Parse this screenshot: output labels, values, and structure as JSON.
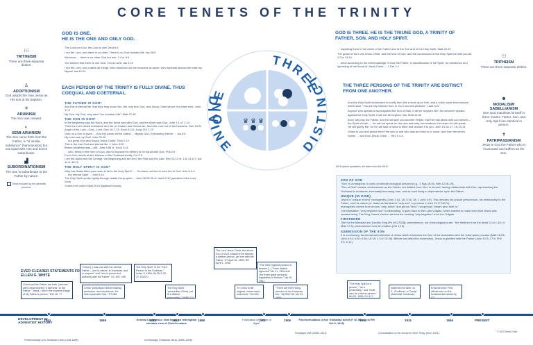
{
  "title": "CORE TENETS OF THE TRINITY",
  "left_heading": "GOD IS ONE.\nHE IS THE ONE AND ONLY GOD.",
  "one_verses": [
    "The Lord our God, the Lord is one! Deut 6:4",
    "I am the Lord, and there is no other; There is no God besides Me. Isa 45:5",
    "We know … there is no other God but one. 1 Cor 8:4",
    "You believe that there is one God. You do well. Jas 2:19",
    "I am the Lord, who makes all things, Who stretches out the heavens all alone, Who spreads abroad the earth by Myself. Isa 44:24"
  ],
  "each_heading": "EACH PERSON OF THE TRINITY IS FULLY DIVINE, THUS COEQUAL AND COETERNAL.",
  "father_head": "THE FATHER IS GOD*",
  "father_verses": [
    "And this is eternal life, that they may know You, the only true God, and Jesus Christ whom You have sent. John 17:3",
    "My God, My God, why have You forsaken Me? Matt 27:46"
  ],
  "son_head": "THE SON IS GOD*",
  "son_verses": [
    "In the beginning was the Word, and the Word was with God, and the Word was God. John 1:1 cf. 1:14",
    "Then the Lord rained brimstone and fire on Sodom and Gomorrah, from the Lord out of the heavens. Gen 19:24",
    "Angel of the Lord—God—Lord. Gen 16:7-13; Exod 3:2-6; Judg 13:17-23",
    "Unto us a Son is given … And His name will be called … Mighty God, Everlasting Father … Isa 9:6",
    "My Lord and my God! John 20:28",
    "… our great God and Savior Jesus Christ. Titus 2:13",
    "This is the true God and eternal life. 1 John 5:20",
    "Before Abraham was, I AM. John 8:58 cf. Exod 3:14",
    "… who, being in the form of God, did not consider it robbery to be equal with God. Phil 2:6",
    "For in Him dwells all the fullness of the Godhead bodily. Col 2:9",
    "I am the Alpha and the Omega, the Beginning and the End, the First and the Last. Rev 22:13 cf. 1:8; 21:6-7; Isa 44:6; 48:12"
  ],
  "spirit_head": "THE HOLY SPIRIT IS GOD*",
  "spirit_verses": [
    "Why has Satan filled your heart to lie to the Holy Spirit? … You have not lied to men but to God. Acts 5:3-4",
    "… the eternal Spirit … Heb 9:14",
    "The Holy Spirit spoke rightly through Isaiah the prophet … Acts 28:25-26 cf. Isa 6:8-10 (speaker is the Lord God)"
  ],
  "footnote": "*Listed in the order of Matt 28:19 (baptismal formula)",
  "right_heading": "GOD IS THREE. HE IS THE TRIUNE GOD, A TRINITY OF FATHER, SON, AND HOLY SPIRIT.",
  "three_verses": [
    "… baptizing them in the name of the Father and of the Son and of the Holy Spirit. Matt 28:19",
    "The grace of the Lord Jesus Christ, and the love of God, and the communion of the Holy Spirit be with you all. 2 Cor 13:14",
    "… elect according to the foreknowledge of God the Father, in sanctification of the Spirit, for obedience and sprinkling of the blood of Jesus Christ … 1 Pet 1:2"
  ],
  "distinct_heading": "THE THREE PERSONS OF THE TRINITY ARE DISTINCT FROM ONE ANOTHER.",
  "distinct_verses": [
    "And the Holy Spirit descended in bodily form like a dove upon Him, and a voice came from heaven which said, \"You are My beloved Son; in You I am well pleased.\" Luke 3:22",
    "Anyone who speaks a word against the Son of Man, it will be forgiven him; but whoever speaks against the Holy Spirit, it will not be forgiven him. Matt 12:32",
    "And I will pray the Father, and He will give you another Helper, that He may abide with you forever—the Spirit of truth … He will not speak on His own authority, but whatever He hears He will speak … He will glorify Me, for He will take of what is Mine and declare it to you. John 14:16-17; 16:13-14",
    "Grace to you and peace from Him who is and who was and who is to come, and from the seven Spirits … and from Jesus Christ … Rev 1:4-5"
  ],
  "scripture_note": "All Scripture quotations are taken from the NKJV.",
  "circle_words": {
    "one": "ONE",
    "three": "THREE",
    "divine": "DIVINE",
    "distinct": "DISTINCT"
  },
  "son_of_god_head": "SON OF GOD",
  "son_of_god_text": [
    "\"Son\" is a metaphor, it does not denote biological descent (e.g., 1 Kgs 20:35; Neh 12:28-29).",
    "\"Son of God\" means: sonhood/son-as the Father, but distinct from Him; in eternal, having relationship with Him; representing the Godhead to creatures; eventually becoming man, and as such living in dependence upon the Father."
  ],
  "unique_head": "UNIQUE (IN KIND)",
  "unique_text": [
    "Jesus is \"unique in kind\" monogenēs (John 1:14, 18; 3:16, 18; 1 John 4:9). This denotes his unique personhood, his relationship to the Father, and his nature (cf. Isaac as Abraham's \"only son\" or promise in Heb 11:17 NKJV).",
    "monogenēs comes from monos \"only, alone\" and genos \"kind,\" not gennaō \"beget, give birth to.\"",
    "The translation \"only begotten son\" is misleading. It goes back to the Latin Vulgate, which wanted to make clear that Jesus was created being. The King James Version derived the reading \"only begotten\" from the Vulgate."
  ],
  "firstborn_head": "FIRSTBORN",
  "firstborn_text": "Title for the Messiah and Davidic King (Ps 89:27[28]); preeminence, not chronological order. \"the firstborn from the dead\" (Col 1:18; cf. Matt 17:5); preeminence over all creation (Col 1:15).",
  "submission_head": "SUBMISSION OF THE SON",
  "submission_text": "It is a voluntary, functional subordination of Jesus which embraces the time of his incarnation and the redemptive process (Matt 16:26; John 4:34; 5:30; 6:38; 10:18; 1 Cor 15:28). Before and after this incarnation, Jesus is glorified with the Father (John 5:23; 17:5; Phil 2:6, 9-11).",
  "left_side": [
    {
      "name": "TRITHEISM",
      "desc": "There are three separate deities.",
      "icon": "three-icon"
    },
    {
      "name": "ADOPTIONISM",
      "desc": "God adopts the man Jesus as His son at his baptism.",
      "icon": "person-icon"
    },
    {
      "name": "ARIANISM",
      "desc": "The Son was created.",
      "icon": "rays-icon"
    },
    {
      "name": "SEMI-ARIANISM",
      "desc": "The Son came forth from the Father, is \"of similar substance\" (homoiousios) but not equal with Him and hence subordinate.",
      "icon": "half-icon"
    },
    {
      "name": "SUBORDINATIONISM",
      "desc": "The Son is subordinate to the Father by nature.",
      "icon": "steps-icon"
    }
  ],
  "left_side_note": "Those included by the adventist pioneers",
  "right_side": [
    {
      "name": "TRITHEISM",
      "desc": "There are three separate deities.",
      "icon": "three-icon"
    },
    {
      "name": "MODALISM/ SABELLIANISM",
      "desc": "One God manifests himself in three modes. Father, Son, and Holy Spirit are identical in person.",
      "icon": "mask-icon"
    },
    {
      "name": "PATRIPASSIANISM",
      "desc": "Jesus is God the Father who is incarnated and suffers as the Son.",
      "icon": "cross-icon"
    }
  ],
  "white_heading": "EVER CLEARER STATEMENTS FROM ELLEN G. WHITE",
  "white_box": "Christ and the Father are both \"persons,\" with Christ bearing \"a likeness\" to the Father. \"Jesus, I am in the express image of My Father's person.\" EW 16, 77",
  "quote_boxes": [
    "\"Christ [..] was one with the eternal Father,—one in nature, in character, and in purpose\" and \"one in power and authority with the Father\" GC 493, 495",
    "Christ \"possessed divine majesty, perfection, and excellence. He was equal with God.\" ST 266",
    "The Holy Spirit \"is the Third Person of the Godhead.\" Letter 8, 1896; SpTA10 25; 37; EA 671",
    "The Holy Spirit \"personifies Christ, yet is a distinct personality.\" 20MR 324",
    "The Lord Jesus Christ, the divine Son of God, existed from eternity, a distinct person, yet one with the Father. ST April 26, 1899; RH April 5, 1906",
    "\"In Christ is life, original, unborrowed, underived.\" DA 530",
    "\"The three highest powers of heaven [...] Three distinct agencies\" Ms 21, 1906 and \"the three great personal dignitaries of heaven.\" Ms 92, 1901",
    "\"There are three living persons of the heavenly trio.\" SpTB07 63; Ms 21, 1906",
    "\"The Holy Spirit is a person,\" \"as a personality,\" and \"must also be a divine person.\" Ms 20, 1906; EV 617",
    "Statement of faith, no. 2: \"Godhead, or Trinity\" (Adventist Yearbook)",
    "Endorsement: First official vote on the fundamental beliefs by GC"
  ],
  "timeline_years": [
    "1844",
    "1869",
    "1888",
    "1892",
    "1898",
    "1901",
    "1906",
    "1913",
    "1931",
    "1946",
    "PRESENT"
  ],
  "timeline_label": "DEVELOPMENT IN ADVENTIST HISTORY",
  "events": [
    "General Conference: New focus on redemption elevates view of Christ's nature",
    "Publication of \"Desire of Ages\"",
    "First formulation of the Trinitarian belief (F. M. Wilcox in RH Oct 9, 1913)"
  ],
  "eras": [
    "Predominantly non-Trinitarian views (until 1888)",
    "Increasingly Trinitarian views (1888–1898)",
    "Paradigm shift (1898–1913)",
    "Consolidation of the doctrine of the Trinity (from 1931)"
  ],
  "copyright": "© 2023 Denis Fortin",
  "colors": {
    "accent": "#1f5fa8",
    "navy": "#1e3a5f",
    "panel": "#eef4fb",
    "circle": "#c6d9f0"
  }
}
